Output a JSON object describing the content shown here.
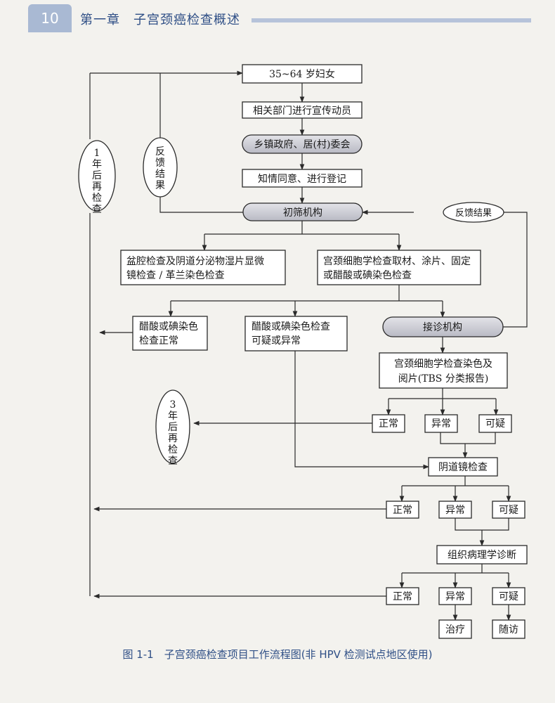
{
  "header": {
    "page_number": "10",
    "chapter_title": "第一章　子宫颈癌检查概述"
  },
  "flow": {
    "start": "35~64 岁妇女",
    "publicity": "相关部门进行宣传动员",
    "township": "乡镇政府、居(村)委会",
    "consent": "知情同意、进行登记",
    "screening_org": "初筛机构",
    "feedback_right": "反馈结果",
    "pelvic_line1": "盆腔检查及阴道分泌物湿片显微",
    "pelvic_line2": "镜检查 / 革兰染色检查",
    "cyto_line1": "宫颈细胞学检查取材、涂片、固定",
    "cyto_line2": "或醋酸或碘染色检查",
    "stain_normal_line1": "醋酸或碘染色",
    "stain_normal_line2": "检查正常",
    "stain_abn_line1": "醋酸或碘染色检查",
    "stain_abn_line2": "可疑或异常",
    "referral_org": "接诊机构",
    "cyto_read_line1": "宫颈细胞学检查染色及",
    "cyto_read_line2": "阅片(TBS 分类报告)",
    "normal": "正常",
    "abnormal": "异常",
    "suspicious": "可疑",
    "colposcopy": "阴道镜检查",
    "pathology": "组织病理学诊断",
    "treatment": "治疗",
    "followup": "随访",
    "oval_1year": [
      "1",
      "年",
      "后",
      "再",
      "检",
      "查"
    ],
    "oval_feedback": [
      "反",
      "馈",
      "结",
      "果"
    ],
    "oval_3year": [
      "3",
      "年",
      "后",
      "再",
      "检",
      "查"
    ]
  },
  "caption": "图 1-1　子宫颈癌检查项目工作流程图(非 HPV 检测试点地区使用)"
}
